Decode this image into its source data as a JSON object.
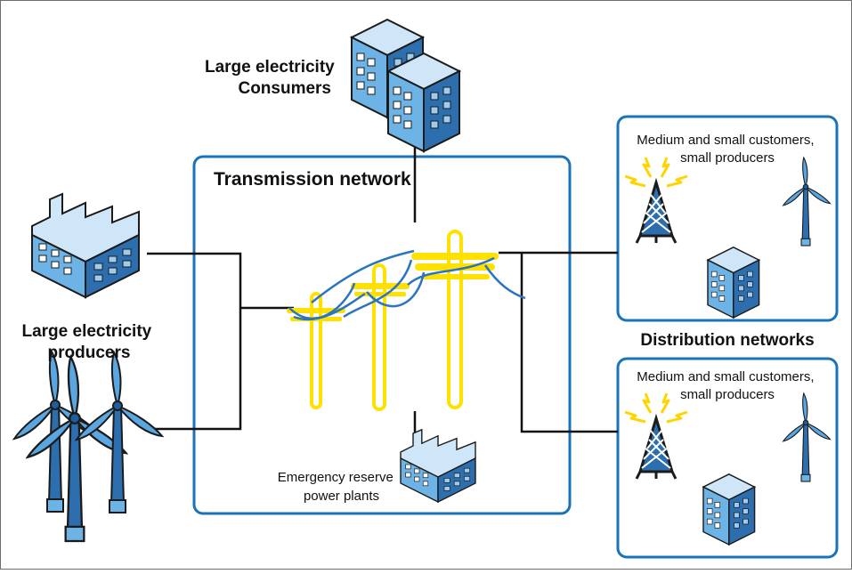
{
  "labels": {
    "large_consumers_line1": "Large electricity",
    "large_consumers_line2": "Consumers",
    "transmission_network": "Transmission network",
    "large_producers_line1": "Large electricity",
    "large_producers_line2": "producers",
    "emergency_line1": "Emergency reserve",
    "emergency_line2": "power plants",
    "distribution_networks": "Distribution networks",
    "dist_top_line1": "Medium and small customers,",
    "dist_top_line2": "small producers",
    "dist_bottom_line1": "Medium and small customers,",
    "dist_bottom_line2": "small producers"
  },
  "colors": {
    "box_border": "#1a73b8",
    "building_light": "#a9d3f3",
    "building_mid": "#5aa6e0",
    "building_dark": "#1d5f9e",
    "pole_yellow": "#ffe100",
    "wire_blue": "#2a74c0",
    "line_black": "#111111"
  },
  "icons": [
    "office-building-icon",
    "factory-icon",
    "wind-turbine-icon",
    "radio-tower-icon",
    "power-pole-icon"
  ]
}
